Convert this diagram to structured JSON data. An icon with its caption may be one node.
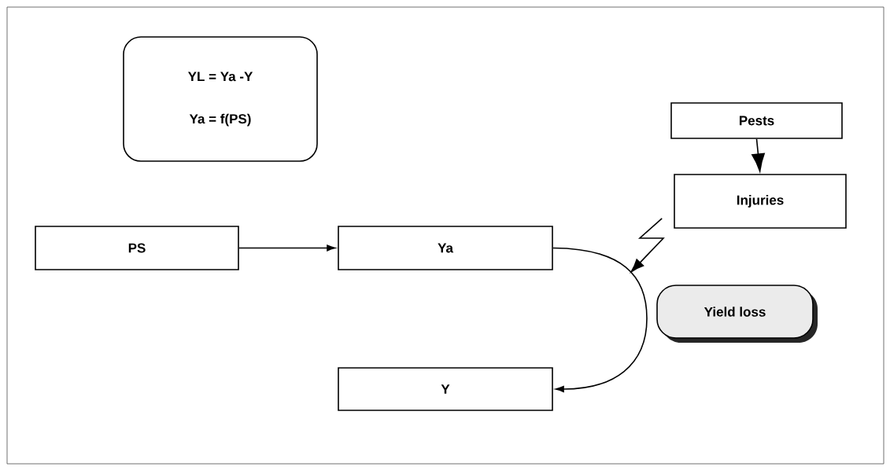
{
  "diagram": {
    "nodes": [
      {
        "text": [
          "YL = Ya -Y",
          "Ya = f(PS)"
        ]
      },
      {
        "text": [
          "Pests"
        ]
      },
      {
        "text": [
          "Injuries"
        ]
      },
      {
        "text": [
          "PS"
        ]
      },
      {
        "text": [
          "Ya"
        ]
      },
      {
        "text": [
          "Yield loss"
        ]
      },
      {
        "text": [
          "Y"
        ]
      }
    ],
    "edges": [
      {
        "from": 1,
        "to": 2,
        "arrow": "to"
      },
      {
        "from": 3,
        "to": 4,
        "arrow": "to"
      },
      {
        "from": 4,
        "to": 6,
        "arrow": "to"
      },
      {
        "from": 2,
        "to": null,
        "arrow": "to"
      }
    ]
  }
}
